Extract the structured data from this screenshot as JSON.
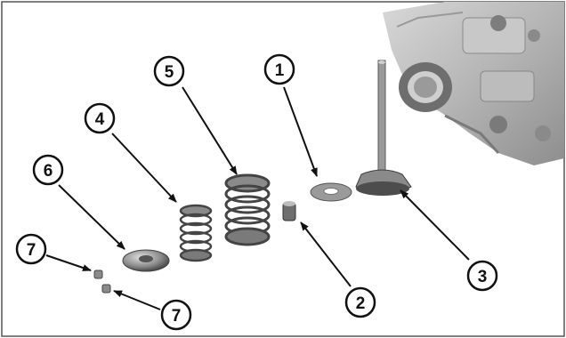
{
  "callouts": [
    {
      "id": "callout-1",
      "label": "1"
    },
    {
      "id": "callout-2",
      "label": "2"
    },
    {
      "id": "callout-3",
      "label": "3"
    },
    {
      "id": "callout-4",
      "label": "4"
    },
    {
      "id": "callout-5",
      "label": "5"
    },
    {
      "id": "callout-6",
      "label": "6"
    },
    {
      "id": "callout-7a",
      "label": "7"
    },
    {
      "id": "callout-7b",
      "label": "7"
    }
  ],
  "colors": {
    "frame": "#555555",
    "part_metal": "#8a8a8a",
    "part_shadow": "#4a4a4a",
    "head_light": "#d4d4d4"
  }
}
